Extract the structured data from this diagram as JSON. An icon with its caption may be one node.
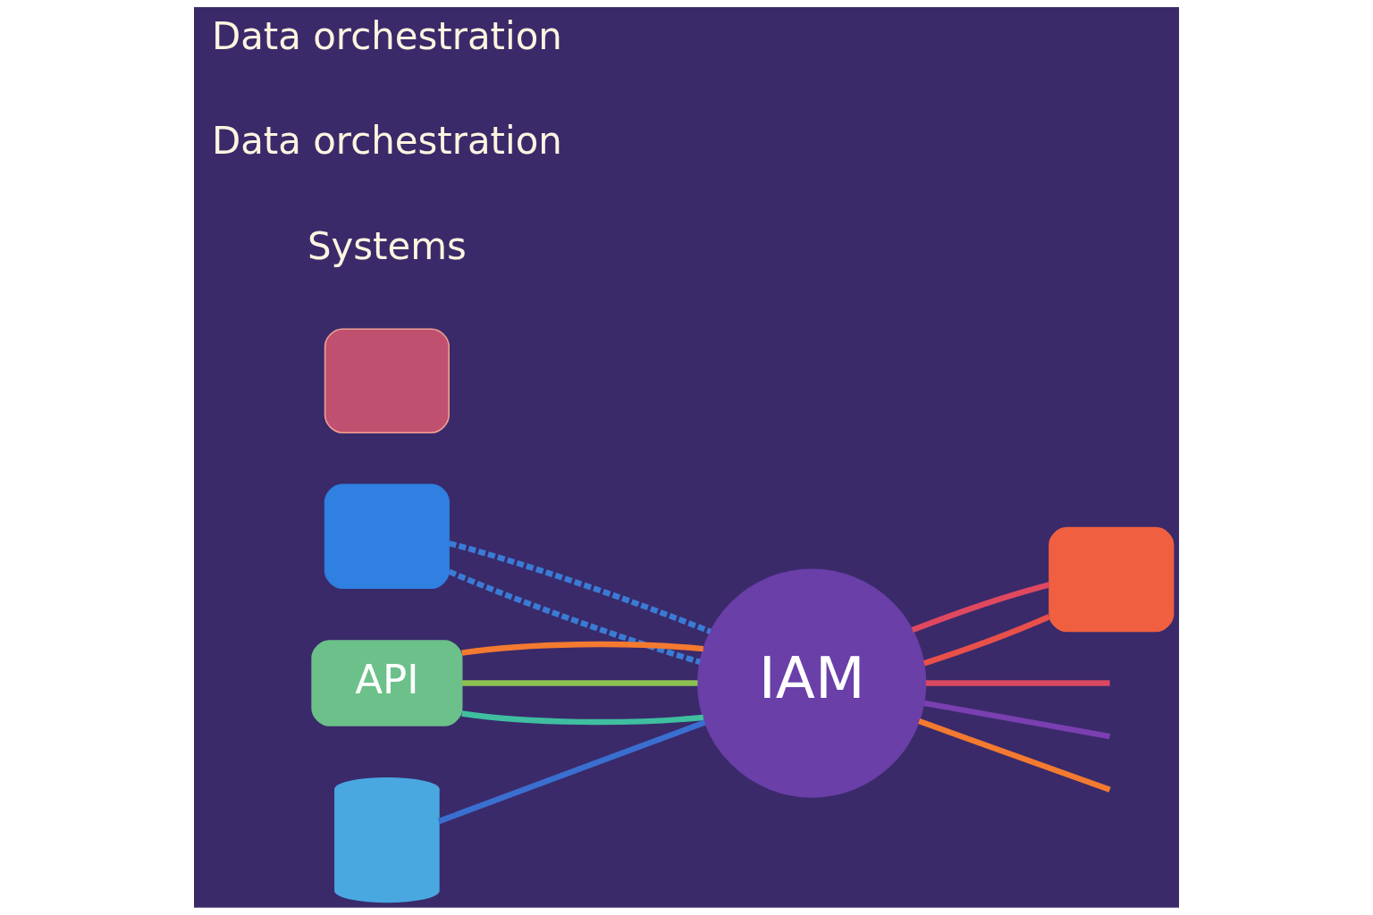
{
  "diagram": {
    "nodes": [
      {
        "text": [],
        "shape": "box"
      },
      {
        "text": [
          "API"
        ]
      },
      {
        "text": [
          "IAM"
        ]
      },
      {
        "text": [],
        "shape": "box"
      },
      {
        "text": [],
        "shape": "cylinder"
      },
      {
        "text": [],
        "shape": "box"
      }
    ],
    "edges": [
      {
        "from": 1,
        "to": 2,
        "arrow": "none",
        "color": "#3fbfa0"
      },
      {
        "from": 1,
        "to": 2,
        "arrow": "none",
        "color": "#8cc152"
      },
      {
        "from": 1,
        "to": 2,
        "arrow": "none",
        "color": "#f47a30"
      },
      {
        "from": 0,
        "to": 2,
        "arrow": "none",
        "style": "dashed",
        "color": "#3a7bd5"
      },
      {
        "from": 0,
        "to": 2,
        "arrow": "none",
        "style": "dashed",
        "color": "#3a7bd5"
      },
      {
        "from": 4,
        "to": 2,
        "arrow": "none",
        "color": "#3a6fd0"
      },
      {
        "from": 2,
        "to": 5,
        "arrow": "none",
        "color": "#e8504a"
      },
      {
        "from": 2,
        "to": 5,
        "arrow": "none",
        "color": "#e04860"
      },
      {
        "from": 2,
        "to": null,
        "arrow": "none",
        "color": "#f47a30"
      },
      {
        "from": 2,
        "to": null,
        "arrow": "none",
        "color": "#7a3fb0"
      },
      {
        "from": 2,
        "to": null,
        "arrow": "none",
        "color": "#d84860"
      }
    ],
    "labels": [
      "Systems",
      "Data orchestration",
      "Data orchestration"
    ]
  }
}
